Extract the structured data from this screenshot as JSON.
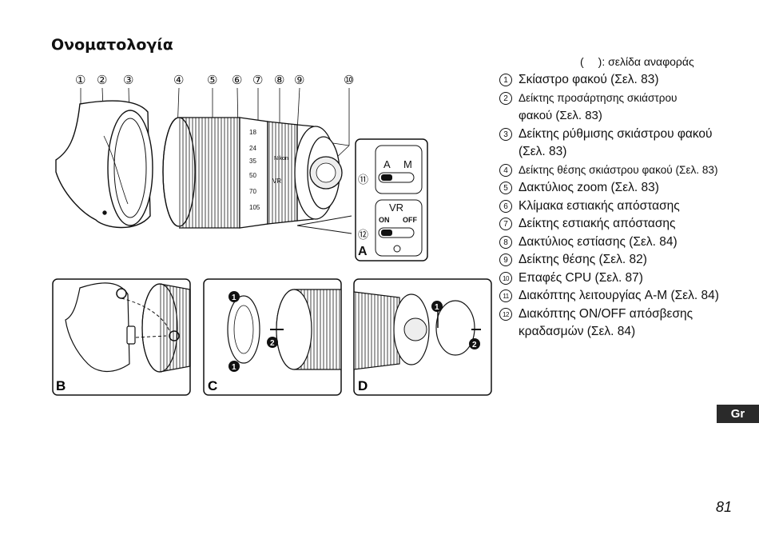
{
  "page": {
    "title": "Ονοματολογία",
    "legend_note": "): σελίδα αναφοράς",
    "legend_open": "(",
    "language_tab": "Gr",
    "page_number": "81"
  },
  "callouts": [
    "①",
    "②",
    "③",
    "④",
    "⑤",
    "⑥",
    "⑦",
    "⑧",
    "⑨",
    "⑩"
  ],
  "inset_labels": {
    "a": "A",
    "b": "B",
    "c": "C",
    "d": "D"
  },
  "inset_a": {
    "mode_a": "A",
    "mode_m": "M",
    "vr": "VR",
    "on": "ON",
    "off": "OFF",
    "callout_11": "⑪",
    "callout_12": "⑫"
  },
  "lens_markings": {
    "focal_scale": [
      "18",
      "24",
      "35",
      "50",
      "70",
      "105"
    ],
    "brand": "Nikon",
    "vr_badge": "VR"
  },
  "parts": [
    {
      "num": "1",
      "text": "Σκίαστρο φακού (Σελ. 83)"
    },
    {
      "num": "2",
      "text": "Δείκτης προσάρτησης σκιάστρου φακού  (Σελ. 83)",
      "small_first": "Δείκτης προσάρτησης σκιάστρου",
      "rest": "φακού  (Σελ. 83)"
    },
    {
      "num": "3",
      "text": "Δείκτης ρύθμισης σκιάστρου φακού (Σελ. 83)"
    },
    {
      "num": "4",
      "text": "Δείκτης θέσης σκιάστρου φακού (Σελ. 83)"
    },
    {
      "num": "5",
      "text": "Δακτύλιος zoom (Σελ. 83)"
    },
    {
      "num": "6",
      "text": "Κλίμακα εστιακής απόστασης"
    },
    {
      "num": "7",
      "text": "Δείκτης εστιακής απόστασης"
    },
    {
      "num": "8",
      "text": "Δακτύλιος εστίασης (Σελ. 84)"
    },
    {
      "num": "9",
      "text": "Δείκτης θέσης (Σελ. 82)"
    },
    {
      "num": "10",
      "text": "Επαφές CPU (Σελ. 87)"
    },
    {
      "num": "11",
      "text": "Διακόπτης λειτουργίας A-M (Σελ. 84)"
    },
    {
      "num": "12",
      "text": "Διακόπτης ON/OFF απόσβεσης κραδασμών (Σελ. 84)"
    }
  ],
  "step_markers": {
    "one": "1",
    "two": "2"
  }
}
